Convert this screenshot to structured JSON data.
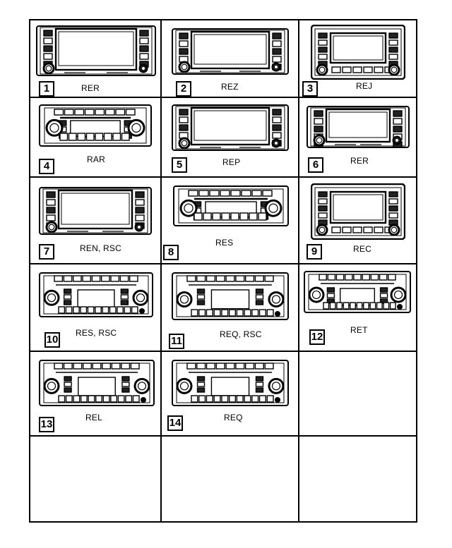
{
  "colors": {
    "line": "#000000",
    "background": "#ffffff"
  },
  "radios": [
    {
      "number": "1",
      "code": "RER",
      "style": "nav-screen"
    },
    {
      "number": "2",
      "code": "REZ",
      "style": "nav-screen"
    },
    {
      "number": "3",
      "code": "REJ",
      "style": "nav-framed"
    },
    {
      "number": "4",
      "code": "RAR",
      "style": "cd-basic"
    },
    {
      "number": "5",
      "code": "REP",
      "style": "nav-screen"
    },
    {
      "number": "6",
      "code": "RER",
      "style": "nav-screen"
    },
    {
      "number": "7",
      "code": "REN, RSC",
      "style": "nav-screen"
    },
    {
      "number": "8",
      "code": "RES",
      "style": "cd-basic"
    },
    {
      "number": "9",
      "code": "REC",
      "style": "nav-framed"
    },
    {
      "number": "10",
      "code": "RES, RSC",
      "style": "cd-keypad"
    },
    {
      "number": "11",
      "code": "REQ, RSC",
      "style": "cd-keypad"
    },
    {
      "number": "12",
      "code": "RET",
      "style": "cd-keypad"
    },
    {
      "number": "13",
      "code": "REL",
      "style": "cd-keypad"
    },
    {
      "number": "14",
      "code": "REQ",
      "style": "cd-keypad"
    }
  ]
}
